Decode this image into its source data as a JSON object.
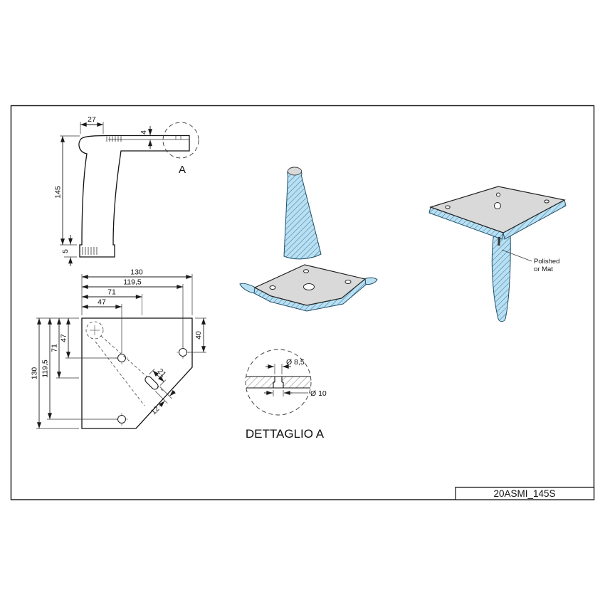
{
  "title_block": {
    "code": "20ASMI_145S"
  },
  "side_view": {
    "dim_width_27": "27",
    "dim_thickness_4": "4",
    "dim_height_145": "145",
    "dim_foot_5": "5",
    "detail_marker": "A"
  },
  "plan_view": {
    "dim_top_130": "130",
    "dim_top_119_5": "119,5",
    "dim_top_71": "71",
    "dim_top_47": "47",
    "dim_right_40": "40",
    "dim_left_130": "130",
    "dim_left_119_5": "119,5",
    "dim_left_71": "71",
    "dim_left_47": "47",
    "dim_slot_21": "21",
    "dim_slot_12": "12"
  },
  "detail_view": {
    "label": "DETTAGLIO A",
    "dim_dia_8_5": "Ø 8,5",
    "dim_dia_10": "Ø 10"
  },
  "iso_top_view": {
    "finish_note_line1": "Polished",
    "finish_note_line2": "or Mat"
  },
  "colors": {
    "material_blue": "#b9e0f2",
    "plate_gray": "#d9d9d9",
    "line": "#1a1a1a"
  }
}
